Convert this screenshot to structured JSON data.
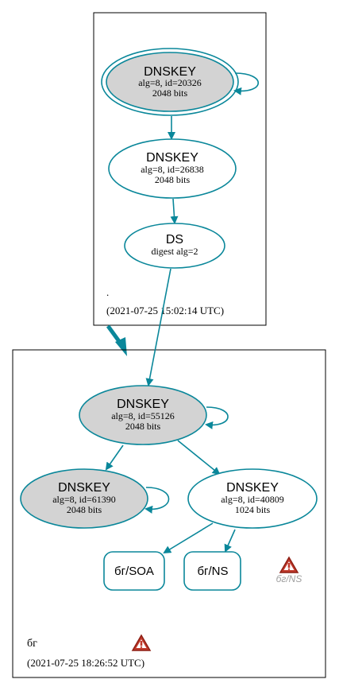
{
  "colors": {
    "edge": "#0a879a",
    "node_fill_sep": "#d3d3d3",
    "node_fill": "#ffffff",
    "zone_border": "#000000",
    "warning_red": "#c0392b",
    "muted_text": "#a0a0a0"
  },
  "root_zone": {
    "name": ".",
    "timestamp": "(2021-07-25 15:02:14 UTC)",
    "nodes": {
      "ksk": {
        "title": "DNSKEY",
        "line1": "alg=8, id=20326",
        "line2": "2048 bits"
      },
      "zsk": {
        "title": "DNSKEY",
        "line1": "alg=8, id=26838",
        "line2": "2048 bits"
      },
      "ds": {
        "title": "DS",
        "line1": "digest alg=2"
      }
    }
  },
  "bg_zone": {
    "name": "бг",
    "timestamp": "(2021-07-25 18:26:52 UTC)",
    "nodes": {
      "ksk": {
        "title": "DNSKEY",
        "line1": "alg=8, id=55126",
        "line2": "2048 bits"
      },
      "key2": {
        "title": "DNSKEY",
        "line1": "alg=8, id=61390",
        "line2": "2048 bits"
      },
      "zsk": {
        "title": "DNSKEY",
        "line1": "alg=8, id=40809",
        "line2": "1024 bits"
      },
      "soa": {
        "label": "бг/SOA"
      },
      "ns": {
        "label": "бг/NS"
      },
      "ns_warning": {
        "label": "бг/NS",
        "icon": "warning-icon"
      }
    },
    "zone_warning_icon": "warning-icon"
  }
}
